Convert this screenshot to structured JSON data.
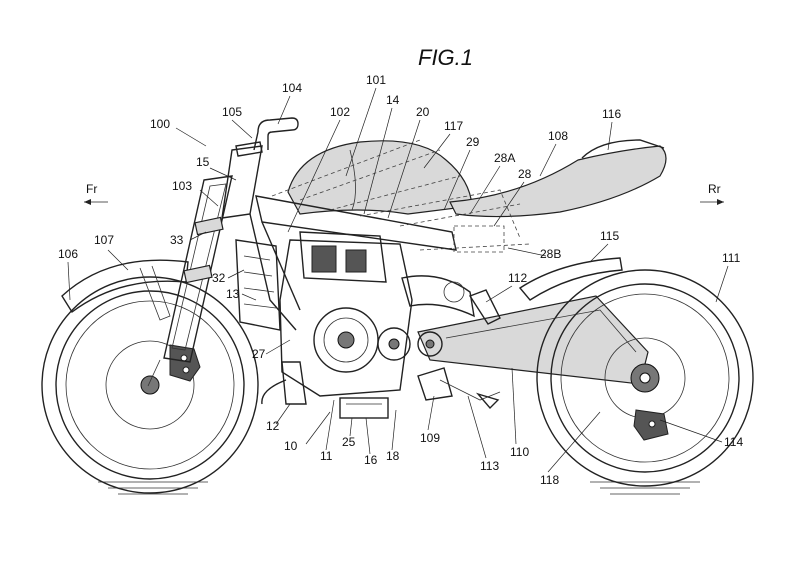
{
  "figure": {
    "title": "FIG.1",
    "direction_front": "Fr",
    "direction_rear": "Rr"
  },
  "reference_numerals": {
    "n10": "10",
    "n11": "11",
    "n12": "12",
    "n13": "13",
    "n14": "14",
    "n15": "15",
    "n16": "16",
    "n18": "18",
    "n20": "20",
    "n25": "25",
    "n27": "27",
    "n28": "28",
    "n28A": "28A",
    "n28B": "28B",
    "n29": "29",
    "n32": "32",
    "n33": "33",
    "n100": "100",
    "n101": "101",
    "n102": "102",
    "n103": "103",
    "n104": "104",
    "n105": "105",
    "n106": "106",
    "n107": "107",
    "n108": "108",
    "n109": "109",
    "n110": "110",
    "n111": "111",
    "n112": "112",
    "n113": "113",
    "n114": "114",
    "n115": "115",
    "n116": "116",
    "n117": "117",
    "n118": "118"
  }
}
